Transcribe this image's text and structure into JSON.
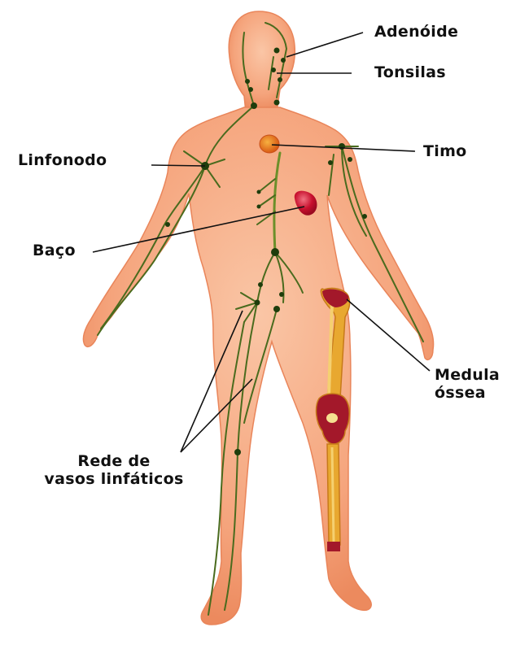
{
  "diagram": {
    "subject": "Sistema linfático humano",
    "colors": {
      "skin": "#F4A47C",
      "skin_light": "#F9C3A2",
      "skin_edge": "#E88A60",
      "lymph_vessel": "#4A6B1E",
      "lymph_node": "#1E3D0C",
      "thymus": "#E8731C",
      "spleen": "#C8102E",
      "bone": "#E8A830",
      "marrow": "#A3182A",
      "leader_line": "#111111",
      "label_text": "#111111"
    },
    "labels": [
      {
        "id": "adenoide",
        "text": "Adenóide"
      },
      {
        "id": "tonsilas",
        "text": "Tonsilas"
      },
      {
        "id": "timo",
        "text": "Timo"
      },
      {
        "id": "linfonodo",
        "text": "Linfonodo"
      },
      {
        "id": "baco",
        "text": "Baço"
      },
      {
        "id": "medula_line1",
        "text": "Medula"
      },
      {
        "id": "medula_line2",
        "text": "óssea"
      },
      {
        "id": "rede_line1",
        "text": "Rede de"
      },
      {
        "id": "rede_line2",
        "text": "vasos linfáticos"
      }
    ]
  }
}
